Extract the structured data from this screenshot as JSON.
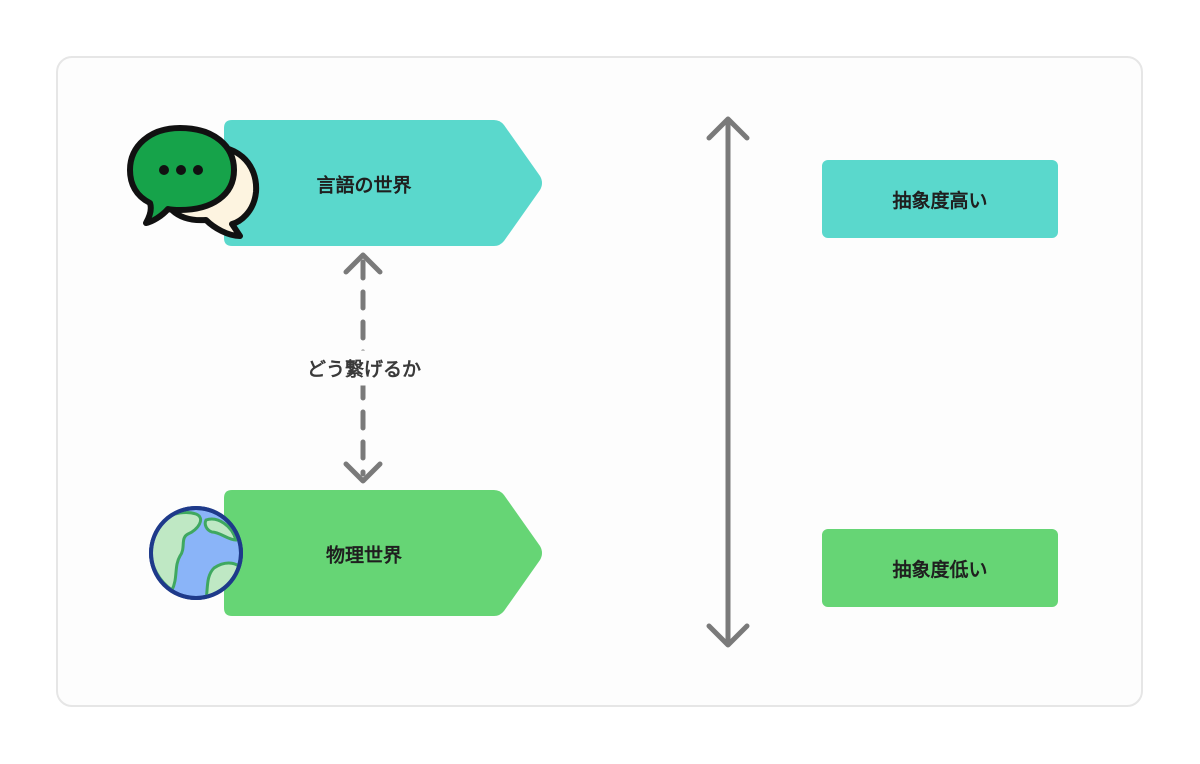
{
  "nodes": {
    "language_world": {
      "label": "言語の世界",
      "color": "#5ad8cc",
      "icon": "speech-bubbles-icon"
    },
    "physical_world": {
      "label": "物理世界",
      "color": "#66d575",
      "icon": "globe-icon"
    }
  },
  "connector": {
    "label": "どう繋げるか"
  },
  "abstraction_scale": {
    "high": {
      "label": "抽象度高い",
      "color": "#5ad8cc"
    },
    "low": {
      "label": "抽象度低い",
      "color": "#66d575"
    }
  },
  "colors": {
    "arrow": "#7a7a7a",
    "panel_border": "#e6e6e6",
    "bubble_front": "#16a34a",
    "bubble_back": "#fdf4e0",
    "globe_ocean": "#8ab4f8",
    "globe_land": "#bfe8c4",
    "globe_rim": "#1e3a8a"
  }
}
